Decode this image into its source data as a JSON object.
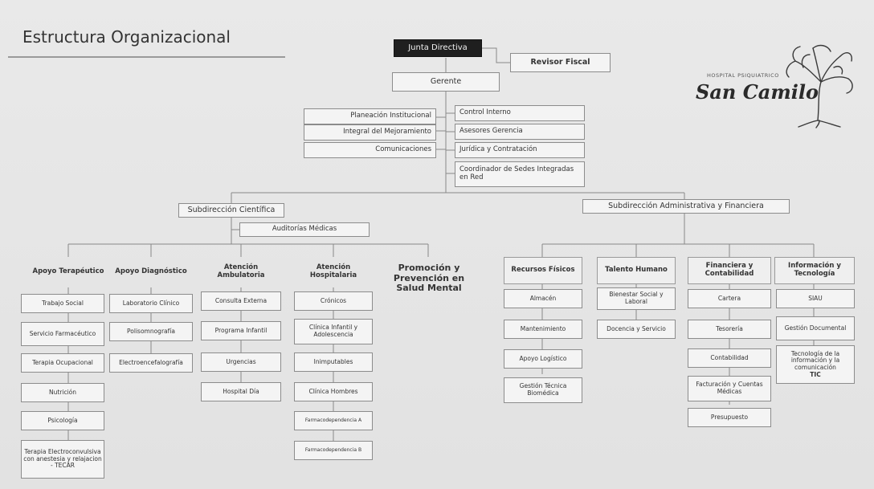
{
  "title": "Estructura Organizacional",
  "logo": {
    "small_text": "HOSPITAL PSIQUIATRICO",
    "name": "San Camilo",
    "icon": "tree-icon"
  },
  "top": {
    "junta": "Junta Directiva",
    "revisor": "Revisor Fiscal",
    "gerente": "Gerente"
  },
  "staff_left": [
    "Planeación Institucional",
    "Integral del Mejoramiento",
    "Comunicaciones"
  ],
  "staff_right": [
    "Control Interno",
    "Asesores Gerencia",
    "Jurídica y Contratación",
    "Coordinador de Sedes Integradas en Red"
  ],
  "sub_cientifica": {
    "label": "Subdirección Científica",
    "auditorias": "Auditorías Médicas",
    "apoyo_terapeutico": {
      "label": "Apoyo Terapéutico",
      "items": [
        "Trabajo Social",
        "Servicio Farmacéutico",
        "Terapia Ocupacional",
        "Nutrición",
        "Psicología",
        "Terapia Electroconvulsiva con anestesia y relajacion - TECAR"
      ]
    },
    "apoyo_diagnostico": {
      "label": "Apoyo Diagnóstico",
      "items": [
        "Laboratorio Clínico",
        "Polisomnografía",
        "Electroencefalografía"
      ]
    },
    "atencion_ambulatoria": {
      "label": "Atención Ambulatoria",
      "items": [
        "Consulta Externa",
        "Programa Infantil",
        "Urgencias",
        "Hospital Día"
      ]
    },
    "atencion_hospitalaria": {
      "label": "Atención Hospitalaria",
      "items": [
        "Crónicos",
        "Clínica Infantil y Adolescencia",
        "Inimputables",
        "Clínica Hombres",
        "Farmacodependencia A",
        "Farmacodependencia B"
      ]
    },
    "promocion": {
      "label": "Promoción y Prevención en Salud Mental"
    }
  },
  "sub_administrativa": {
    "label": "Subdirección Administrativa y Financiera",
    "recursos_fisicos": {
      "label": "Recursos Físicos",
      "items": [
        "Almacén",
        "Mantenimiento",
        "Apoyo Logístico",
        "Gestión Técnica Biomédica"
      ]
    },
    "talento_humano": {
      "label": "Talento Humano",
      "items": [
        "Bienestar Social y Laboral",
        "Docencia y Servicio"
      ]
    },
    "financiera": {
      "label": "Financiera y Contabilidad",
      "items": [
        "Cartera",
        "Tesorería",
        "Contabilidad",
        "Facturación y Cuentas Médicas",
        "Presupuesto"
      ]
    },
    "informacion": {
      "label": "Información y Tecnología",
      "items": [
        "SIAU",
        "Gestión Documental",
        "Tecnología de la información y la comunicación",
        "TIC"
      ]
    }
  }
}
